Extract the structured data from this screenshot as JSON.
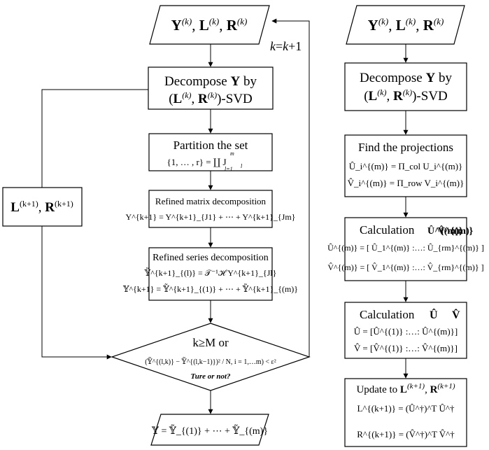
{
  "left_flow": {
    "start": {
      "Y": "Y",
      "k": "(k)",
      "L": "L",
      "R": "R",
      "sep": ", "
    },
    "loop_label": {
      "k1": "k",
      "eq": "=",
      "k2": "k",
      "plus1": "+1"
    },
    "decompose": {
      "line1": "Decompose",
      "Y": "Y",
      "by": "by",
      "open": "(",
      "L": "L",
      "k1": "(k)",
      "comma": ",",
      "R": "R",
      "k2": "(k)",
      "close": ")-SVD"
    },
    "partition": {
      "title": "Partition the set",
      "formula": "{1, … , r} = ∐ J",
      "over": "m",
      "under": "l=1",
      "sub": "l"
    },
    "refined_matrix": {
      "title": "Refined matrix decomposition",
      "formula": "Y^{k+1} = Y^{k+1}_{J1} + ⋯ + Y^{k+1}_{Jm}"
    },
    "refined_series": {
      "title": "Refined series decomposition",
      "formula1": "𝕐̃^{k+1}_{(l)} = 𝒯⁻¹ℋ Y^{k+1}_{Jl}",
      "formula2": "𝕐^{k+1} = 𝕐̃^{k+1}_{(1)} + ⋯ + 𝕐̃^{k+1}_{(m)}"
    },
    "decision": {
      "cond1": "k≥M or",
      "cond2": "(𝕐̃^{(l,k)} − 𝕐̃^{(l,k−1)})² / N, i = 1,…m) < ε²",
      "question": "Ture or not?"
    },
    "side_label": {
      "L": "L",
      "k1": "(k+1)",
      "comma": ", ",
      "R": "R",
      "k2": "(k+1)"
    },
    "end": {
      "formula": "𝕐 = 𝕐̃_{(1)} + ⋯ + 𝕐̃_{(m)}"
    }
  },
  "right_flow": {
    "start": {
      "Y": "Y",
      "k": "(k)",
      "L": "L",
      "R": "R",
      "sep": ", "
    },
    "decompose": {
      "line1": "Decompose",
      "Y": "Y",
      "by": "by",
      "open": "(",
      "L": "L",
      "k1": "(k)",
      "comma": ",",
      "R": "R",
      "k2": "(k)",
      "close": ")-SVD"
    },
    "projections": {
      "title": "Find the projections",
      "formula1": "Û_i^{(m)} = Π_col U_i^{(m)}",
      "formula2": "V̂_i^{(m)} = Π_row V_i^{(m)}"
    },
    "calc1": {
      "title": "Calculation",
      "sym1": "Û^{(m)}",
      "sym2": "V̂^{(m)}",
      "formula1": "Û^{(m)} = [ Û_1^{(m)} :…: Û_{rm}^{(m)} ]",
      "formula2": "V̂^{(m)} = [ V̂_1^{(m)} :…: V̂_{rm}^{(m)} ]"
    },
    "calc2": {
      "title": "Calculation",
      "sym1": "Û",
      "sym2": "V̂",
      "formula1": "Û = [Û^{(1)} :…: Û^{(m)}]",
      "formula2": "V̂ = [V̂^{(1)} :…: V̂^{(m)}]"
    },
    "update": {
      "title": "Update to",
      "L": "L",
      "k1": "(k+1)",
      "comma": ", ",
      "R": "R",
      "k2": "(k+1)",
      "formula1": "L^{(k+1)} = (Û^†)^T Û^†",
      "formula2": "R^{(k+1)} = (V̂^†)^T V̂^†"
    }
  }
}
